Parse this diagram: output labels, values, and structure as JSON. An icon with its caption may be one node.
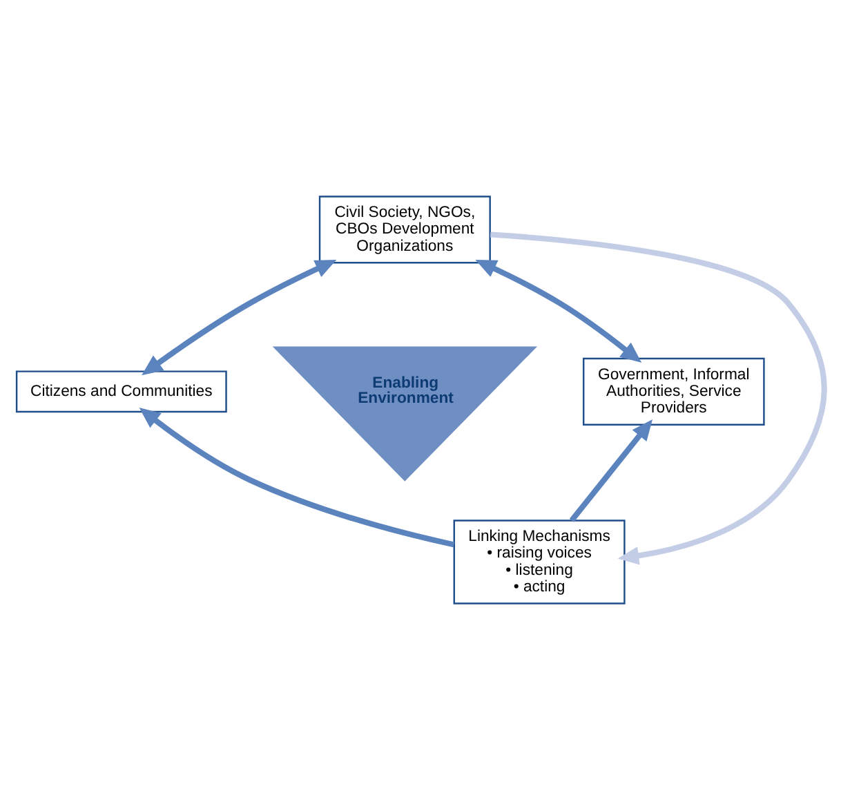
{
  "diagram": {
    "nodes": [
      {
        "text": [
          "Civil Society, NGOs, CBOs Development Organizations"
        ]
      },
      {
        "text": [
          "Enabling Environment"
        ]
      },
      {
        "text": [
          "Citizens and Communities"
        ]
      },
      {
        "text": [
          "Government, Informal Authorities, Service Providers"
        ]
      },
      {
        "text": [
          "Linking Mechanisms",
          "• raising voices",
          "• listening",
          "• acting"
        ]
      }
    ],
    "edges": [
      {
        "from": 0,
        "to": 2,
        "arrow": "both"
      },
      {
        "from": 0,
        "to": 3,
        "arrow": "both"
      },
      {
        "from": 0,
        "to": 4,
        "arrow": "to",
        "color": "#c3cde5"
      },
      {
        "from": 4,
        "to": 2,
        "arrow": "to"
      },
      {
        "from": 4,
        "to": 3,
        "arrow": "to"
      }
    ]
  }
}
